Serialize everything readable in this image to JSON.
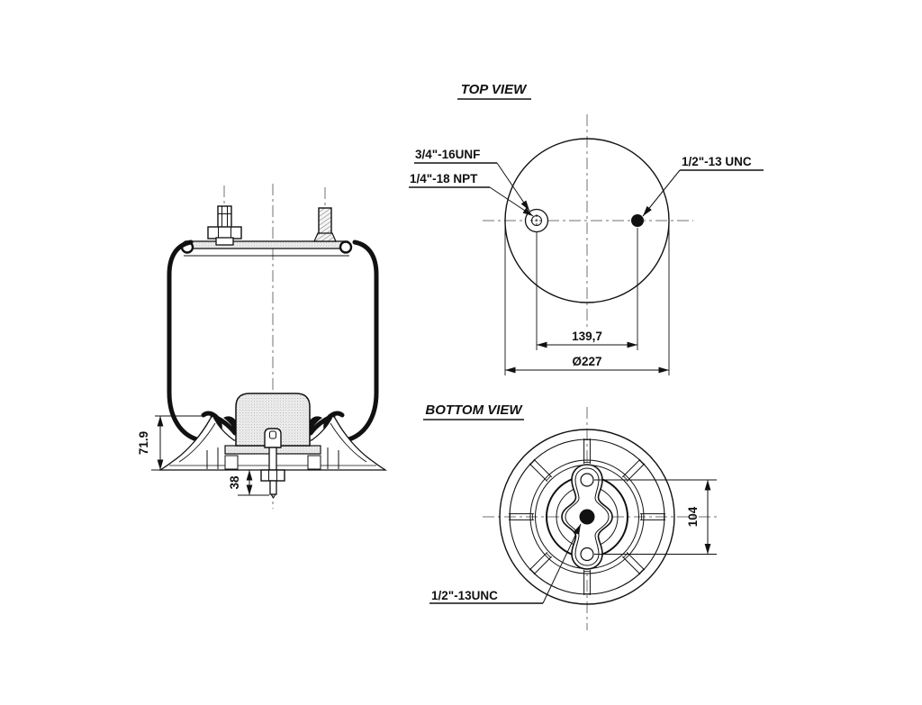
{
  "drawing": {
    "side_view": {
      "dim_height": "71.9",
      "dim_stud_length": "38"
    },
    "top_view": {
      "title": "TOP VIEW",
      "label_air_fitting": "3/4\"-16UNF",
      "label_air_port": "1/4\"-18 NPT",
      "label_stud": "1/2\"-13 UNC",
      "dim_stud_spacing": "139,7",
      "dim_outer_diameter": "Ø227"
    },
    "bottom_view": {
      "title": "BOTTOM VIEW",
      "label_stud": "1/2\"-13UNC",
      "dim_hole_spacing": "104"
    }
  },
  "colors": {
    "line": "#111111",
    "centerline": "#707070",
    "background": "#ffffff"
  }
}
